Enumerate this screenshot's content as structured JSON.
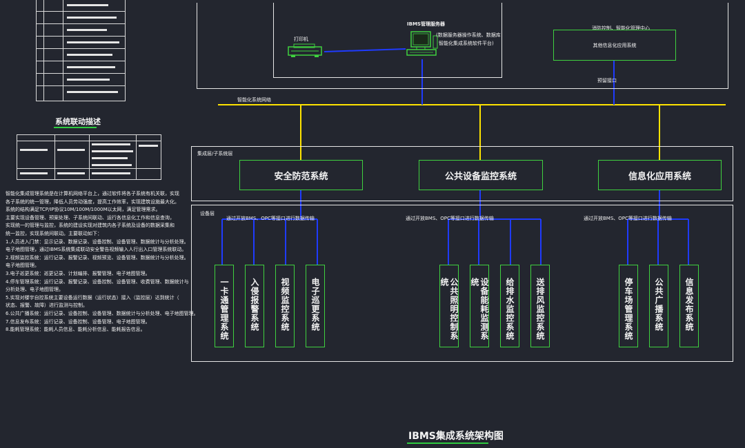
{
  "diagram": {
    "title": "IBMS集成系统架构图",
    "linkage_title": "系统联动描述",
    "top": {
      "printer_label": "打印机",
      "server_title": "IBMS管理服务器",
      "server_sub_1": "(数据服务器操作系统、数据库",
      "server_sub_2": "智能化集成系统软件平台)",
      "center_label": "消防控制、智能化管理中心",
      "app_box_label": "其他信息化应用系统",
      "interface_label": "预留接口",
      "bus_label": "智能化系统网络"
    },
    "layer_mid_label": "集成层/子系统层",
    "layer_low_label": "设备层",
    "subsystems": [
      {
        "name": "安全防范系统",
        "protocol": ""
      },
      {
        "name": "公共设备监控系统",
        "protocol": "通过开放BMS、OPC等接口进行数据传输"
      },
      {
        "name": "信息化应用系统",
        "protocol": "通过开放BMS、OPC等接口进行数据传输"
      }
    ],
    "security_protocol": "通过开放BMS、OPC等接口进行数据传输",
    "security_items": [
      "一卡通管理系统",
      "入侵报警系统",
      "视频监控系统",
      "电子巡更系统"
    ],
    "facility_items": [
      "公共照明控制系统",
      "设备能耗监测系统",
      "给排水监控系统",
      "送排风监控系统"
    ],
    "info_items": [
      "停车场管理系统",
      "公共广播系统",
      "信息发布系统"
    ],
    "description": [
      "智能化集成管理系统是在计算机网络平台上，通过软件将各子系统有机关联，实现",
      "各子系统的统一管理，降低人员劳动强度，提高工作效率，实现建筑设施最大化。",
      "系统的结构满足TCP/IP协议10M/100M/1000M以太网，满足管理需求。",
      "主要实现设备管理、预案处理、子系统间联动、运行各信息化工作和信息查询，",
      "实现统一的管理与监控，系统的建设实现对建筑内各子系统及设备的数据采集和",
      "统一监控，实现系统间联动。主要联动如下：",
      "1.人员进入门禁：显示记录、数据记录、设备控制、设备管理、数据统计与分析处理。",
      "电子地图管理，通过IBMS系统集成联动安全警告视频输入人行出入口管理系统联动。",
      "2.视频监控系统：运行记录、报警记录、视频预览、设备管理、数据统计与分析处理。",
      "电子地图管理。",
      "3.电子巡更系统：巡更记录、计划编排、报警管理、电子地图管理。",
      "4.停车管理系统：运行记录、报警记录、设备控制、设备管理、收费管理、数据统计与",
      "分析处理、电子地图管理。",
      "5.实现对楼宇自控系统主要设备运行数据（运行状态）接入（监控层）达到统计（",
      "状态、报警、故障）进行监测与控制。",
      "6.公共广播系统：运行记录、设备控制、设备管理、数据统计与分析处理、电子地图管理。",
      "7.信息发布系统：运行记录、设备控制、设备管理、电子地图管理。",
      "8.能耗管理系统：能耗人员信息、能耗分析信息、能耗报告信息。"
    ]
  }
}
